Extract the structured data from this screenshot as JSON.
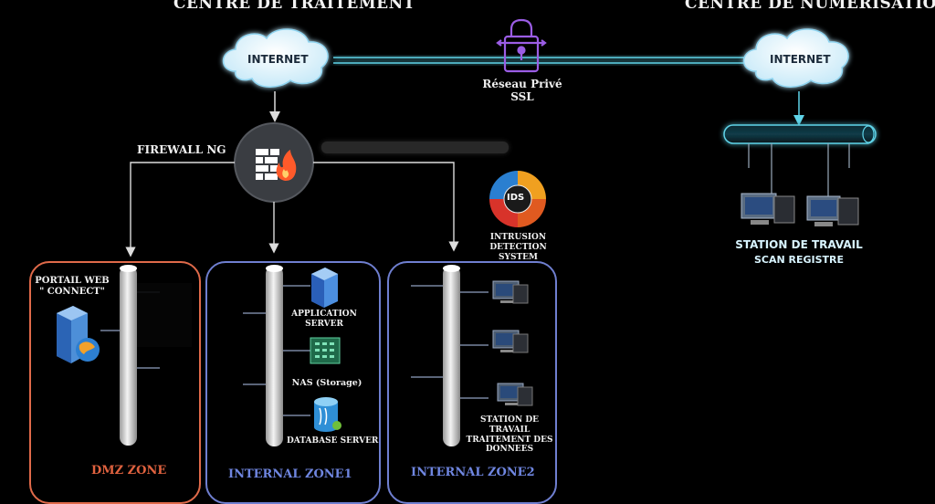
{
  "titles": {
    "left": "CENTRE DE TRAITEMENT",
    "right": "CENTRE DE NUMERISATION"
  },
  "clouds": {
    "left_label": "INTERNET",
    "right_label": "INTERNET"
  },
  "ssl": {
    "line1": "Réseau Privé",
    "line2": "SSL",
    "icon": "lock-icon"
  },
  "firewall": {
    "label": "FIREWALL NG",
    "icon": "firewall-icon"
  },
  "ids": {
    "center": "IDS",
    "label_line1": "INTRUSION DETECTION",
    "label_line2": "SYSTEM"
  },
  "dmz": {
    "portal_line1": "PORTAIL WEB",
    "portal_line2": "\" CONNECT\"",
    "zone_label": "DMZ ZONE"
  },
  "zone1": {
    "app_line1": "APPLICATION",
    "app_line2": "SERVER",
    "nas": "NAS (Storage)",
    "db": "DATABASE SERVER",
    "zone_label": "INTERNAL ZONE1"
  },
  "zone2": {
    "station_line1": "STATION DE TRAVAIL",
    "station_line2": "TRAITEMENT DES",
    "station_line3": "DONNEES",
    "zone_label": "INTERNAL ZONE2"
  },
  "remote": {
    "station_line1": "STATION DE TRAVAIL",
    "station_line2": "SCAN REGISTRE"
  },
  "colors": {
    "accent_cyan": "#5fd3e8",
    "dmz_border": "#e06a4a",
    "zone_border": "#6f7fd0",
    "dmz_label": "#e0623f",
    "zone_label": "#6f86e0",
    "ssl_purple": "#9b5de5"
  }
}
